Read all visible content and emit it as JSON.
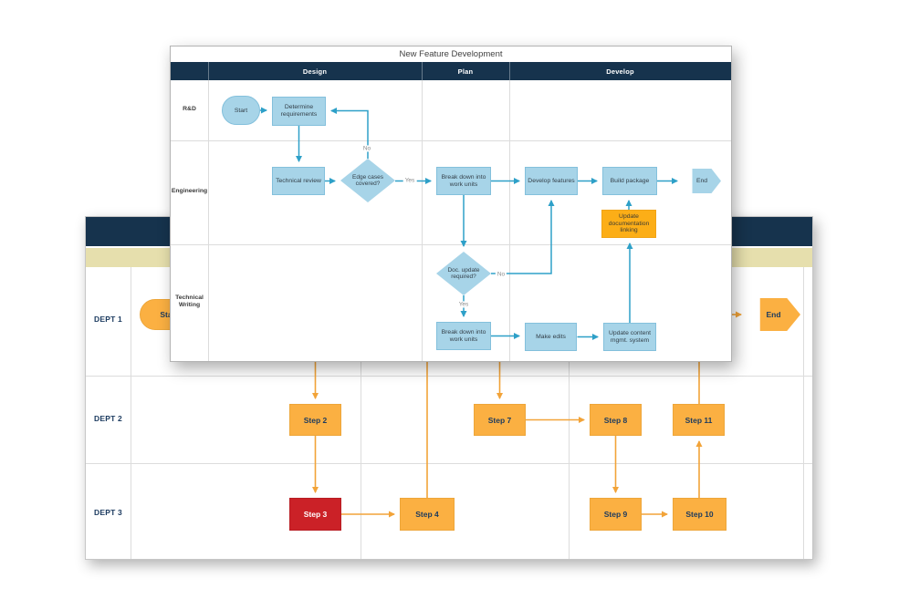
{
  "foreground": {
    "title": "New Feature Development",
    "phases": [
      "Design",
      "Plan",
      "Develop"
    ],
    "lanes": [
      "R&D",
      "Engineering",
      "Technical Writing"
    ],
    "nodes": {
      "start": "Start",
      "determine_requirements": "Determine requirements",
      "technical_review": "Technical review",
      "edge_cases": "Edge cases covered?",
      "break_down_eng": "Break down into work units",
      "develop_features": "Develop features",
      "build_package": "Build package",
      "end": "End",
      "update_doc_linking": "Update documentation linking",
      "doc_update": "Doc. update required?",
      "break_down_tw": "Break down into work units",
      "make_edits": "Make edits",
      "update_cms": "Update content mgmt. system"
    },
    "edge_labels": {
      "yes": "Yes",
      "no": "No"
    }
  },
  "background": {
    "lanes": [
      "DEPT 1",
      "DEPT 2",
      "DEPT 3"
    ],
    "nodes": {
      "start": "Start",
      "end": "End",
      "step2": "Step 2",
      "step3": "Step 3",
      "step4": "Step 4",
      "step7": "Step 7",
      "step8": "Step 8",
      "step9": "Step 9",
      "step10": "Step 10",
      "step11": "Step 11"
    }
  },
  "colors": {
    "navy_header": "#16334d",
    "tan_band": "#e6dfad",
    "blue_node_fill": "#a7d4e8",
    "blue_connector": "#2ea0c8",
    "orange_node_fill": "#fbb042",
    "orange_connector": "#f2a338",
    "highlight_orange": "#fcae17",
    "alert_red": "#cb2127",
    "step_text": "#1b3a5f"
  }
}
